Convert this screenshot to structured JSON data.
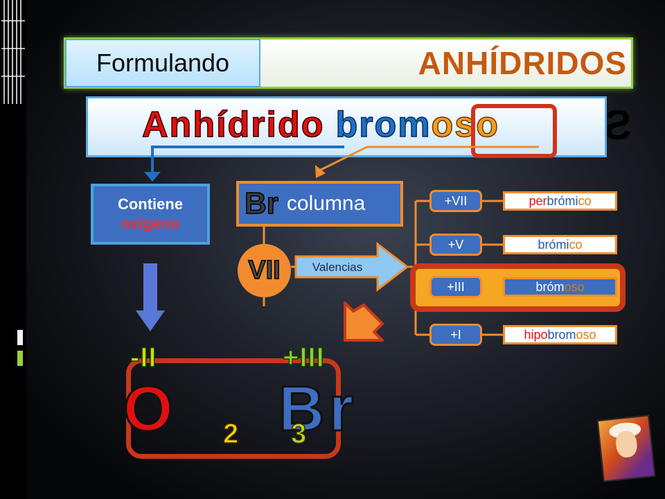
{
  "header": {
    "left_label": "Formulando",
    "right_label": "ANHÍDRIDOS",
    "reflection": "S"
  },
  "subtitle": {
    "word1": "Anhídrido",
    "word2_root": "brom",
    "word2_suffix": "oso"
  },
  "left_box": {
    "line1": "Contiene",
    "line2": "oxígeno"
  },
  "element_box": {
    "symbol": "Br",
    "label": "columna",
    "column": "VII",
    "arrow_label": "Valencias"
  },
  "valences": [
    {
      "value": "+VII",
      "prefix": "per",
      "root": "brómi",
      "suffix": "co"
    },
    {
      "value": "+V",
      "prefix": "",
      "root": "brómi",
      "suffix": "co"
    },
    {
      "value": "+III",
      "prefix": "",
      "root": "bróm",
      "suffix": "oso"
    },
    {
      "value": "+I",
      "prefix": "hipo",
      "root": "brom",
      "suffix": "oso"
    }
  ],
  "highlighted_valence": "+III",
  "formula": {
    "oxygen_ox": "-II",
    "bromine_ox": "+III",
    "oxygen_symbol": "O",
    "bromine_symbol": "Br",
    "oxygen_subscript": "2",
    "bromine_subscript": "3"
  },
  "colors": {
    "accent_green": "#8fd13f",
    "accent_blue": "#3d6ec0",
    "accent_orange": "#f08c2e",
    "accent_red": "#c9371a"
  },
  "icons": {
    "down_arrow": "arrow-down-icon",
    "diagonal_arrow": "arrow-down-left-icon",
    "avatar": "avatar-icon"
  }
}
